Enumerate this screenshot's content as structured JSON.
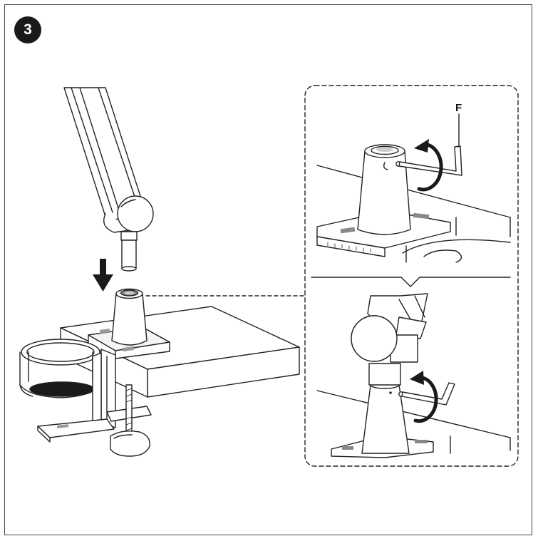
{
  "step": {
    "number": "3"
  },
  "callout": {
    "part_label": "F"
  },
  "illustration": {
    "main": "desk-clamp-mount-assembly",
    "detail_top": "allen-key-tighten-post",
    "detail_bottom": "allen-key-tighten-arm-joint"
  }
}
